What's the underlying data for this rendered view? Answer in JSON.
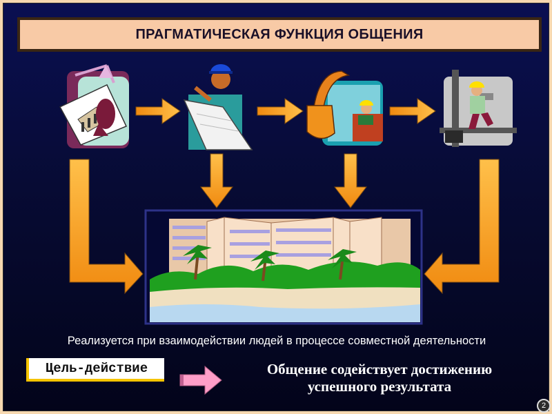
{
  "slide": {
    "title": "ПРАГМАТИЧЕСКАЯ ФУНКЦИЯ ОБЩЕНИЯ",
    "caption": "Реализуется при взаимодействии людей в процессе совместной деятельности",
    "goal_label": "Цель-действие",
    "result_line1": "Общение содействует достижению",
    "result_line2": "успешного результата",
    "page_number": "2"
  },
  "icons": [
    {
      "name": "architect-drawing-icon"
    },
    {
      "name": "engineer-with-blueprint-icon"
    },
    {
      "name": "excavator-operator-icon"
    },
    {
      "name": "construction-worker-icon"
    },
    {
      "name": "finished-building-icon"
    }
  ],
  "colors": {
    "background": "#070b34",
    "title_fill": "#f8caa6",
    "arrow_orange": "#f5a623",
    "arrow_pink": "#ff9ec8",
    "frame_border": "#2d3288"
  }
}
